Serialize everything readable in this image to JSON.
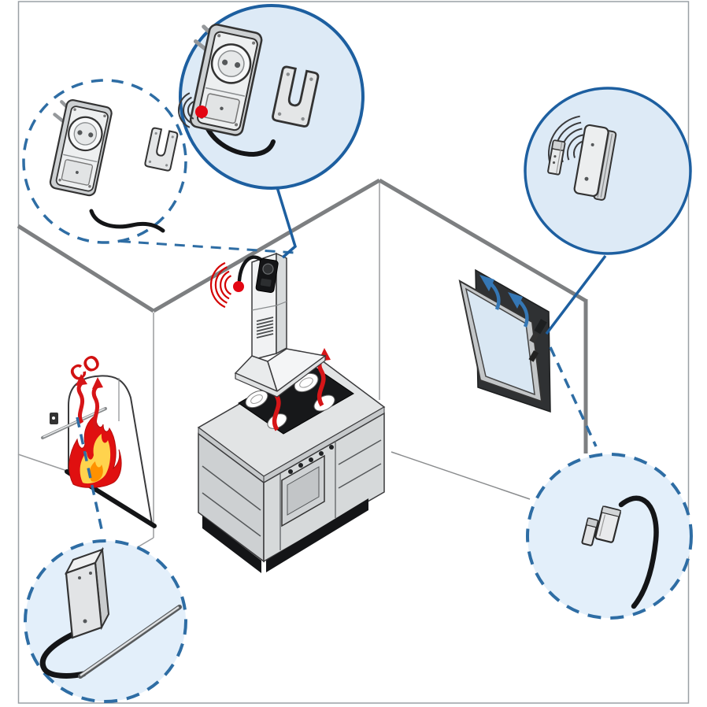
{
  "diagram": {
    "co_label": "CO",
    "scene": {
      "room": "isometric-room-corner-with-walls-and-floor",
      "left": "fireplace-emitting-co-with-flames",
      "center": "range-hood-chimney-with-plug-in-transmitter-and-signal",
      "counter": "kitchen-cabinet-with-oven-and-cooktop-heat-arrows",
      "right": "tilted-open-window-with-contact-sensor-and-airflow-arrows"
    },
    "callouts": [
      {
        "id": "top-left",
        "style": "dashed",
        "shows": "plug-in-transmitter-with-mounting-bracket"
      },
      {
        "id": "top-center",
        "style": "solid",
        "shows": "plug-in-transmitter-sending-signal-with-cable"
      },
      {
        "id": "top-right",
        "style": "solid",
        "shows": "wireless-window-contact-sensor"
      },
      {
        "id": "bottom-right",
        "style": "dashed",
        "shows": "window-contact-sensor-parts-with-cable"
      },
      {
        "id": "bottom-left",
        "style": "dashed",
        "shows": "shut-off-actuator-box-with-cable-and-rod"
      }
    ],
    "colors": {
      "callout_solid_blue": "#1d5fa0",
      "callout_dashed_blue": "#2e6da4",
      "callout_fill_blue": "#ddeaf6",
      "signal_red": "#e30613",
      "flame_red": "#e01010",
      "flame_yellow": "#ffd34d",
      "flame_orange": "#ff9100",
      "wall_gray": "#7d7f81",
      "glass_blue": "#d9e7f3",
      "co_text_red": "#d11111"
    }
  }
}
